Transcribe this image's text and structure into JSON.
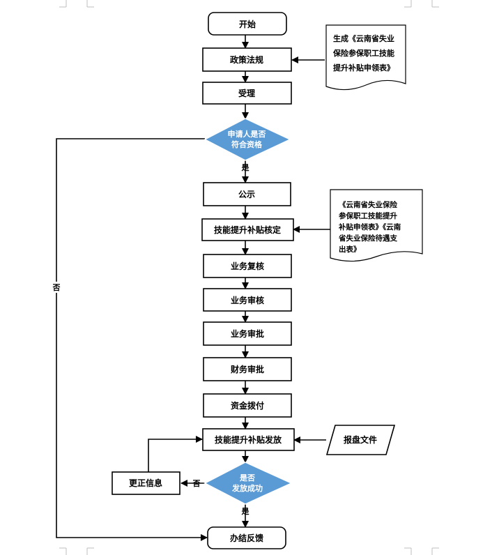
{
  "flow": {
    "start": "开始",
    "policy": "政策法规",
    "accept": "受理",
    "eligible_q": [
      "申请人是否",
      "符合资格"
    ],
    "yes1": "是",
    "publicity": "公示",
    "verify": "技能提升补贴核定",
    "review": "业务复核",
    "audit": "业务审核",
    "approve": "业务审批",
    "finance": "财务审批",
    "funds": "资金拨付",
    "disburse": "技能提升补贴发放",
    "success_q": [
      "是否",
      "发放成功"
    ],
    "yes2": "是",
    "correct": "更正信息",
    "no_left": "否",
    "no_mid": "否",
    "end": "办结反馈"
  },
  "docs": {
    "doc1": [
      "生成《云南省失业",
      "保险参保职工技能",
      "提升补贴申领表》"
    ],
    "doc2": [
      "《云南省失业保险",
      "参保职工技能提升",
      "补贴申领表》《云南",
      "省失业保险待遇支",
      "出表》"
    ],
    "disk": "报盘文件"
  },
  "colors": {
    "diamond": "#5b9bd5",
    "line": "#000000",
    "crop_marks": "#bfbfbf"
  }
}
